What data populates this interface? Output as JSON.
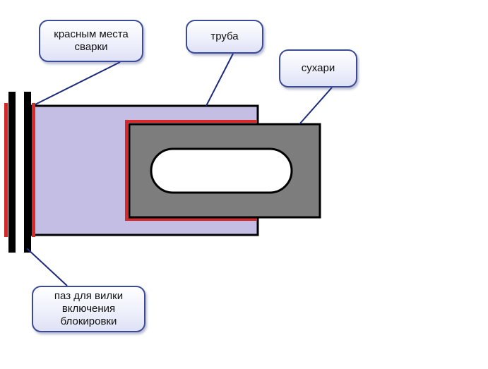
{
  "labels": {
    "weld_spots": "красным места\nсварки",
    "pipe": "труба",
    "liners": "сухари",
    "groove": "паз для вилки\nвключения\nблокировки"
  },
  "colors": {
    "pipe_fill": "#c4bee4",
    "liner_fill": "#7d7d7d",
    "weld": "#d42a2a",
    "outline": "#000000",
    "callout_border": "#3b4b97",
    "leader": "#1b2a7a"
  }
}
